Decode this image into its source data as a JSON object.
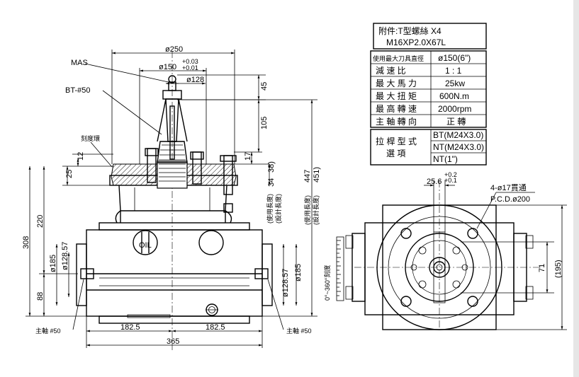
{
  "note": {
    "line1": "附件:T型螺絲 X4",
    "line2": "M16XP2.0X67L"
  },
  "spec_table": [
    {
      "label": "使用最大刀具直徑",
      "value": "ø150(6\")"
    },
    {
      "label": "減 速 比",
      "value": "1 : 1"
    },
    {
      "label": "最 大 馬 力",
      "value": "25kw"
    },
    {
      "label": "最 大 扭 矩",
      "value": "600N.m"
    },
    {
      "label": "最 高 轉 速",
      "value": "2000rpm"
    },
    {
      "label": "主 軸 轉 向",
      "value": "正 轉"
    }
  ],
  "pull_stud": {
    "label_line1": "拉 桿 型 式",
    "label_line2": "選 項",
    "options": [
      "BT(M24X3.0)",
      "NT(M24X3.0)",
      "NT(1\")"
    ]
  },
  "labels": {
    "mas": "MAS",
    "bt50": "BT-#50",
    "scale_ring": "刻度環",
    "oil": "OIL",
    "spindle_left": "主軸 #50",
    "spindle_right": "主軸 #50",
    "rotation": "0°~360°刻度",
    "use_len_a": "(使用長度)",
    "design_len_a": "(設計長度)",
    "use_len_b": "(使用長度)",
    "design_len_b": "(設計長度)",
    "holes": "4-ø17貫通",
    "pcd": "P.C.D.ø200"
  },
  "dims": {
    "d250": "ø250",
    "d150": "ø150",
    "tol_plus": "+0.03",
    "tol_minus": "+0.01",
    "d128_top": "ø128",
    "h45": "45",
    "h105": "105",
    "h17": "17",
    "h12": "12",
    "h25": "25",
    "h34": "34",
    "h38": "38)",
    "h447": "447",
    "h451": "451)",
    "h220": "220",
    "h308": "308",
    "h88": "88",
    "d185_l": "ø185",
    "d12857_l": "ø128.57",
    "d12857_r": "ø128.57",
    "d185_r": "ø185",
    "w1825_l": "182.5",
    "w1825_r": "182.5",
    "w365": "365",
    "slot": "25.6",
    "slot_tol_plus": "+0.2",
    "slot_tol_minus": "+0.1",
    "h71": "71",
    "h195": "(195)"
  }
}
